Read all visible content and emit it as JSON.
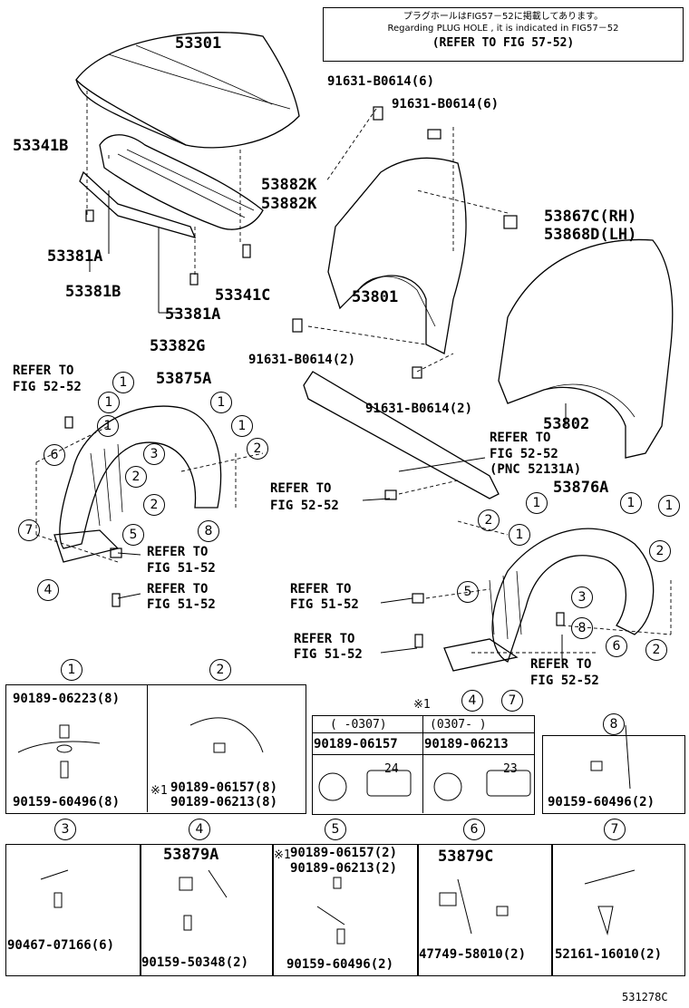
{
  "note": {
    "line_jp": "プラグホールはFIG57－52に掲載してあります。",
    "line_en": "Regarding PLUG HOLE , it is indicated in FIG57－52",
    "line_ref": "(REFER TO FIG 57-52)"
  },
  "parts": {
    "p53301": "53301",
    "p53341B": "53341B",
    "p53381A_1": "53381A",
    "p53381B": "53381B",
    "p53381A_2": "53381A",
    "p53341C": "53341C",
    "p53382G": "53382G",
    "p91631_1": "91631-B0614(6)",
    "p91631_2": "91631-B0614(6)",
    "p53882K_1": "53882K",
    "p53882K_2": "53882K",
    "p53867C": "53867C(RH)",
    "p53868D": "53868D(LH)",
    "p53801": "53801",
    "p91631_3": "91631-B0614(2)",
    "p91631_4": "91631-B0614(2)",
    "p53802": "53802",
    "p53875A": "53875A",
    "p53876A": "53876A"
  },
  "refs": {
    "r1a": "REFER TO",
    "r1b": "FIG 52-52",
    "r2a": "REFER TO",
    "r2b": "FIG 52-52",
    "r2c": "(PNC 52131A)",
    "r3a": "REFER TO",
    "r3b": "FIG 52-52",
    "r4a": "REFER TO",
    "r4b": "FIG 51-52",
    "r5a": "REFER TO",
    "r5b": "FIG 51-52",
    "r6a": "REFER TO",
    "r6b": "FIG 51-52",
    "r7a": "REFER TO",
    "r7b": "FIG 51-52",
    "r8a": "REFER TO",
    "r8b": "FIG 52-52"
  },
  "markers": [
    "1",
    "2",
    "3",
    "4",
    "5",
    "6",
    "7",
    "8"
  ],
  "detail": {
    "d1_top": "90189-06223(8)",
    "d1_bot": "90159-60496(8)",
    "d2_a": "90189-06157(8)",
    "d2_b": "90189-06213(8)",
    "star": "※1",
    "tbl_h1": "(    -0307)",
    "tbl_h2": "(0307-     )",
    "tbl_p1": "90189-06157",
    "tbl_p2": "90189-06213",
    "tbl_d1": "24",
    "tbl_d2": "23",
    "d8": "90159-60496(2)",
    "d3": "90467-07166(6)",
    "d4_top": "53879A",
    "d4_bot": "90159-50348(2)",
    "d5_a": "90189-06157(2)",
    "d5_b": "90189-06213(2)",
    "d5_bot": "90159-60496(2)",
    "d6_top": "53879C",
    "d6_bot": "47749-58010(2)",
    "d7": "52161-16010(2)"
  },
  "footer": "531278C"
}
